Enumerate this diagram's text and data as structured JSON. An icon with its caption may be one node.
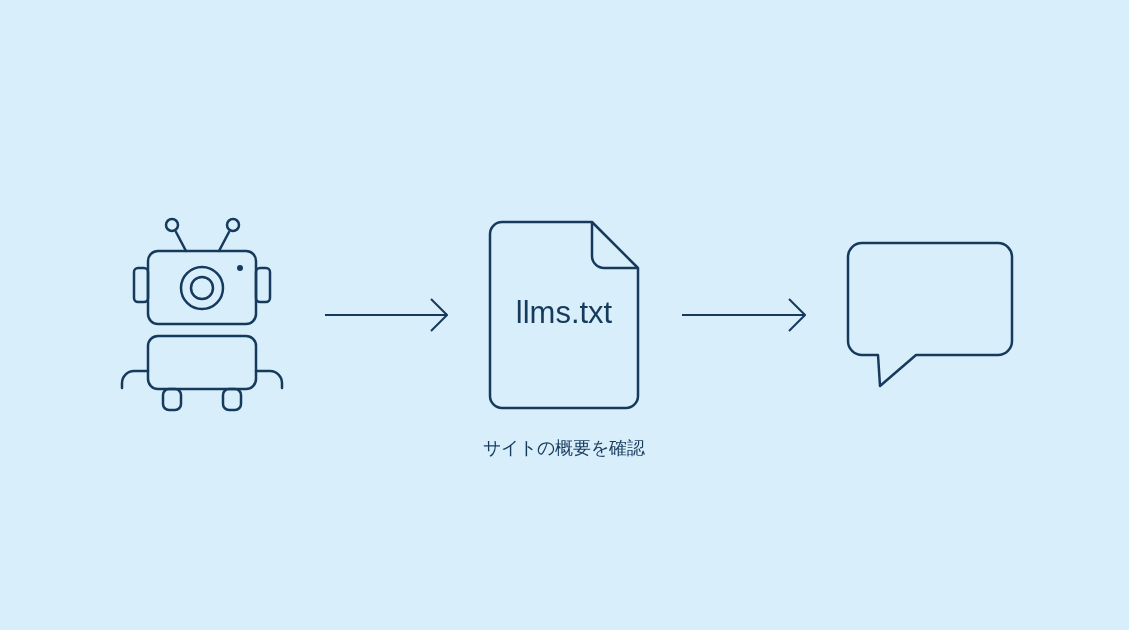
{
  "diagram": {
    "nodes": [
      {
        "text": [],
        "shape": "picture"
      },
      {
        "text": [
          "llms.txt"
        ],
        "beside": [
          "サイトの概要を確認"
        ]
      },
      {
        "text": [],
        "shape": "bubble"
      }
    ],
    "edges": [
      {
        "from": 0,
        "to": 1,
        "arrow": "to"
      },
      {
        "from": 1,
        "to": 2,
        "arrow": "to"
      }
    ]
  }
}
